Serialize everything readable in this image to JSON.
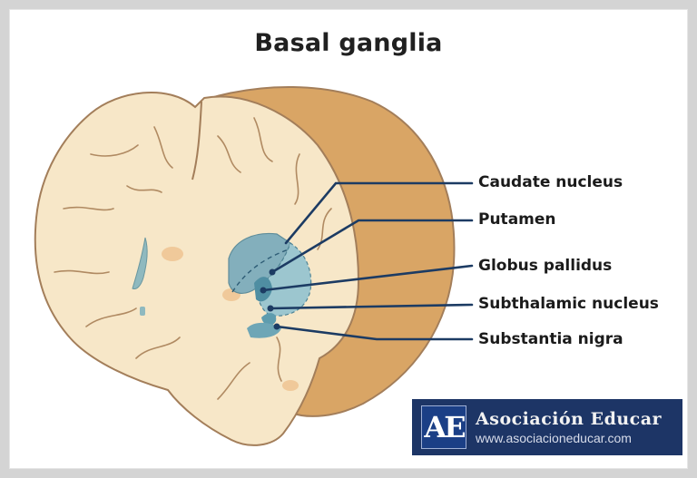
{
  "title": "Basal ganglia",
  "labels": [
    "Caudate nucleus",
    "Putamen",
    "Globus pallidus",
    "Subthalamic nucleus",
    "Substantia nigra"
  ],
  "logo": {
    "mark": "AE",
    "name": "Asociación Educar",
    "url": "www.asociacioneducar.com"
  },
  "colors": {
    "brain_fill": "#f7e7c8",
    "cortex_side": "#d9a565",
    "outline": "#a37e5a",
    "ganglia_fill": "#77aabb",
    "leader_line": "#1c3b63",
    "logo_bg": "#1d3566"
  }
}
